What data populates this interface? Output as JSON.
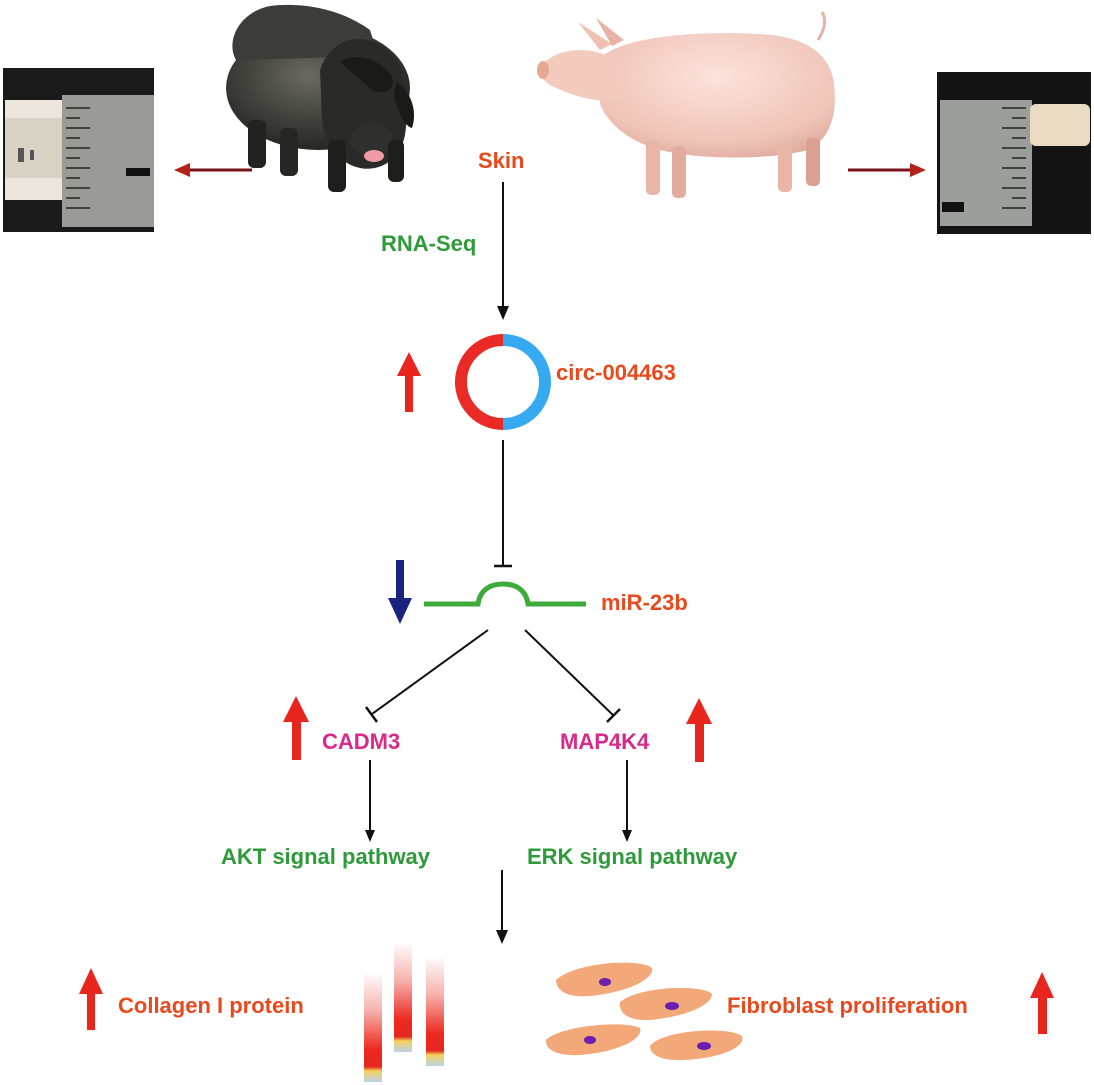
{
  "colors": {
    "orange_red": "#e8491d",
    "green": "#2e9a3a",
    "magenta": "#d92a8a",
    "arrow_up_red": "#e8261d",
    "arrow_down_navy": "#1a237e",
    "circ_red": "#ea2a26",
    "circ_blue": "#35aaf0",
    "mirna_green": "#3dab3a",
    "fibroblast": "#f2a878",
    "nucleus": "#6a1fb0",
    "dark_red_arrow": "#7a1414",
    "line": "#111111"
  },
  "labels": {
    "skin": "Skin",
    "rna_seq": "RNA-Seq",
    "circ": "circ-004463",
    "mirna": "miR-23b",
    "cadm3": "CADM3",
    "map4k4": "MAP4K4",
    "akt": "AKT signal pathway",
    "erk": "ERK signal pathway",
    "collagen": "Collagen I protein",
    "fibroblast": "Fibroblast proliferation"
  },
  "icons": [
    "black-pig-image",
    "white-pig-image",
    "skin-ruler-photo-left",
    "skin-ruler-photo-right",
    "circular-rna-icon",
    "mirna-hairpin-icon",
    "collagen-band-icon",
    "fibroblast-cell-icon"
  ]
}
